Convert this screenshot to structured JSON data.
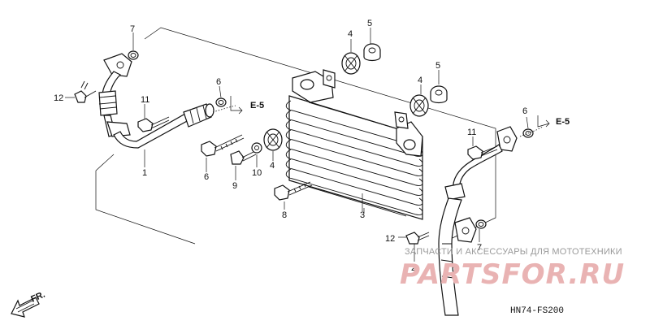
{
  "callouts": {
    "c1": "1",
    "c2": "2",
    "c3": "3",
    "c4a": "4",
    "c4b": "4",
    "c4c": "4",
    "c5a": "5",
    "c5b": "5",
    "c6a": "6",
    "c6b": "6",
    "c6c": "6",
    "c7a": "7",
    "c7b": "7",
    "c8": "8",
    "c9": "9",
    "c10": "10",
    "c11a": "11",
    "c11b": "11",
    "c12a": "12",
    "c12b": "12"
  },
  "references": {
    "e5_left": "E-5",
    "e5_right": "E-5"
  },
  "front_indicator": "FR.",
  "diagram_code": "HN74-FS200",
  "watermark": {
    "caption": "ЗАПЧАСТИ И АКСЕССУАРЫ ДЛЯ МОТОТЕХНИКИ",
    "logo": "PARTSFOR.RU",
    "color": "#e9b3b3"
  }
}
